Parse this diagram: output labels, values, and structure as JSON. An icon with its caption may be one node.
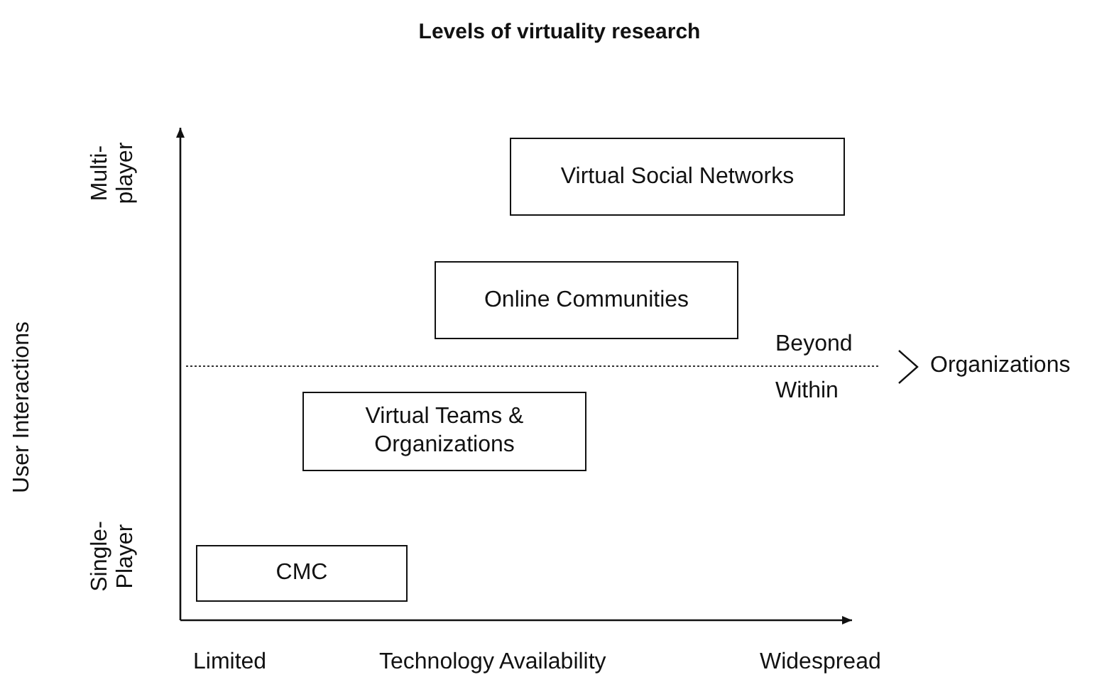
{
  "diagram": {
    "title": "Levels of virtuality research",
    "nodes": [
      {
        "text": [
          "Virtual Social Networks"
        ]
      },
      {
        "text": [
          "Online Communities"
        ]
      },
      {
        "text": [
          "Virtual Teams & Organizations"
        ]
      },
      {
        "text": [
          "CMC"
        ]
      }
    ],
    "edges": [],
    "labels": [
      "Multi-player",
      "Single-Player",
      "User Interactions",
      "Beyond",
      "Within",
      "Organizations",
      "Limited",
      "Technology Availability",
      "Widespread"
    ]
  }
}
